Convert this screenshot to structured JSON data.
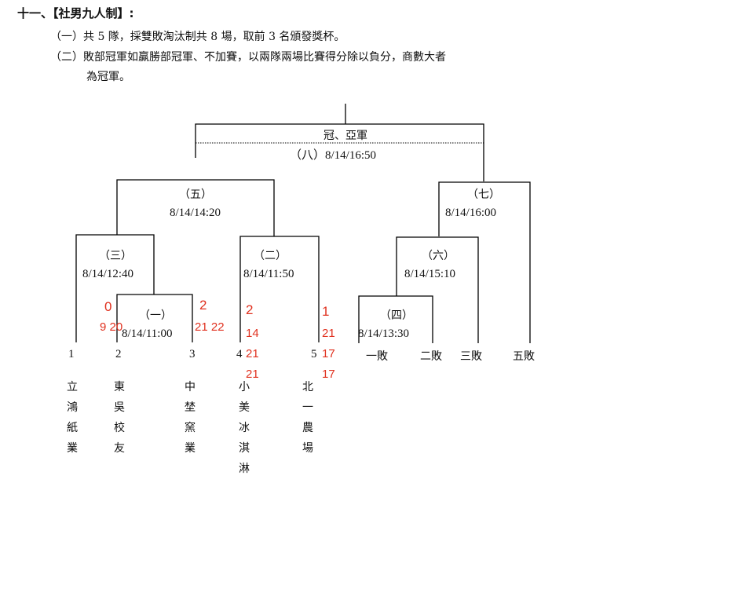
{
  "heading": "十一、【社男九人制】:",
  "rules": [
    "（一）共 5 隊，採雙敗淘汰制共 8 場，取前 3 名頒發獎杯。",
    "（二）敗部冠軍如贏勝部冠軍、不加賽，以兩隊兩場比賽得分除以負分，商數大者",
    "為冠軍。"
  ],
  "matches": {
    "final": {
      "title": "冠、亞軍",
      "label": "（八）8/14/16:50"
    },
    "m5": {
      "label": "（五）",
      "date": "8/14/14:20"
    },
    "m7": {
      "label": "（七）",
      "date": "8/14/16:00"
    },
    "m3": {
      "label": "（三）",
      "date": "8/14/12:40"
    },
    "m2": {
      "label": "（二）",
      "date": "8/14/11:50"
    },
    "m6": {
      "label": "（六）",
      "date": "8/14/15:10"
    },
    "m1": {
      "label": "（一）",
      "date": "8/14/11:00"
    },
    "m4": {
      "label": "（四）",
      "date": "8/14/13:30"
    }
  },
  "seats": [
    "1",
    "2",
    "3",
    "4",
    "5"
  ],
  "loser_slots": [
    "一敗",
    "二敗",
    "三敗",
    "五敗"
  ],
  "teams": [
    {
      "seat": "1",
      "chars": [
        "立",
        "鴻",
        "紙",
        "業"
      ]
    },
    {
      "seat": "2",
      "chars": [
        "東",
        "吳",
        "校",
        "友"
      ]
    },
    {
      "seat": "3",
      "chars": [
        "中",
        "埜",
        "窯",
        "業"
      ]
    },
    {
      "seat": "4",
      "chars": [
        "小",
        "美",
        "冰",
        "淇",
        "淋"
      ]
    },
    {
      "seat": "5",
      "chars": [
        "北",
        "一",
        "農",
        "場"
      ]
    }
  ],
  "scores": {
    "m1_left_total": "0",
    "m1_left_sets": "9 20",
    "m1_right_total": "2",
    "m1_right_sets": "21 22",
    "m2_left_total": "2",
    "m2_left_sets": [
      "14",
      "21",
      "21"
    ],
    "m2_right_total": "1",
    "m2_right_sets": [
      "21",
      "17",
      "17"
    ]
  },
  "colors": {
    "score": "#e0301e",
    "line": "#000000"
  }
}
